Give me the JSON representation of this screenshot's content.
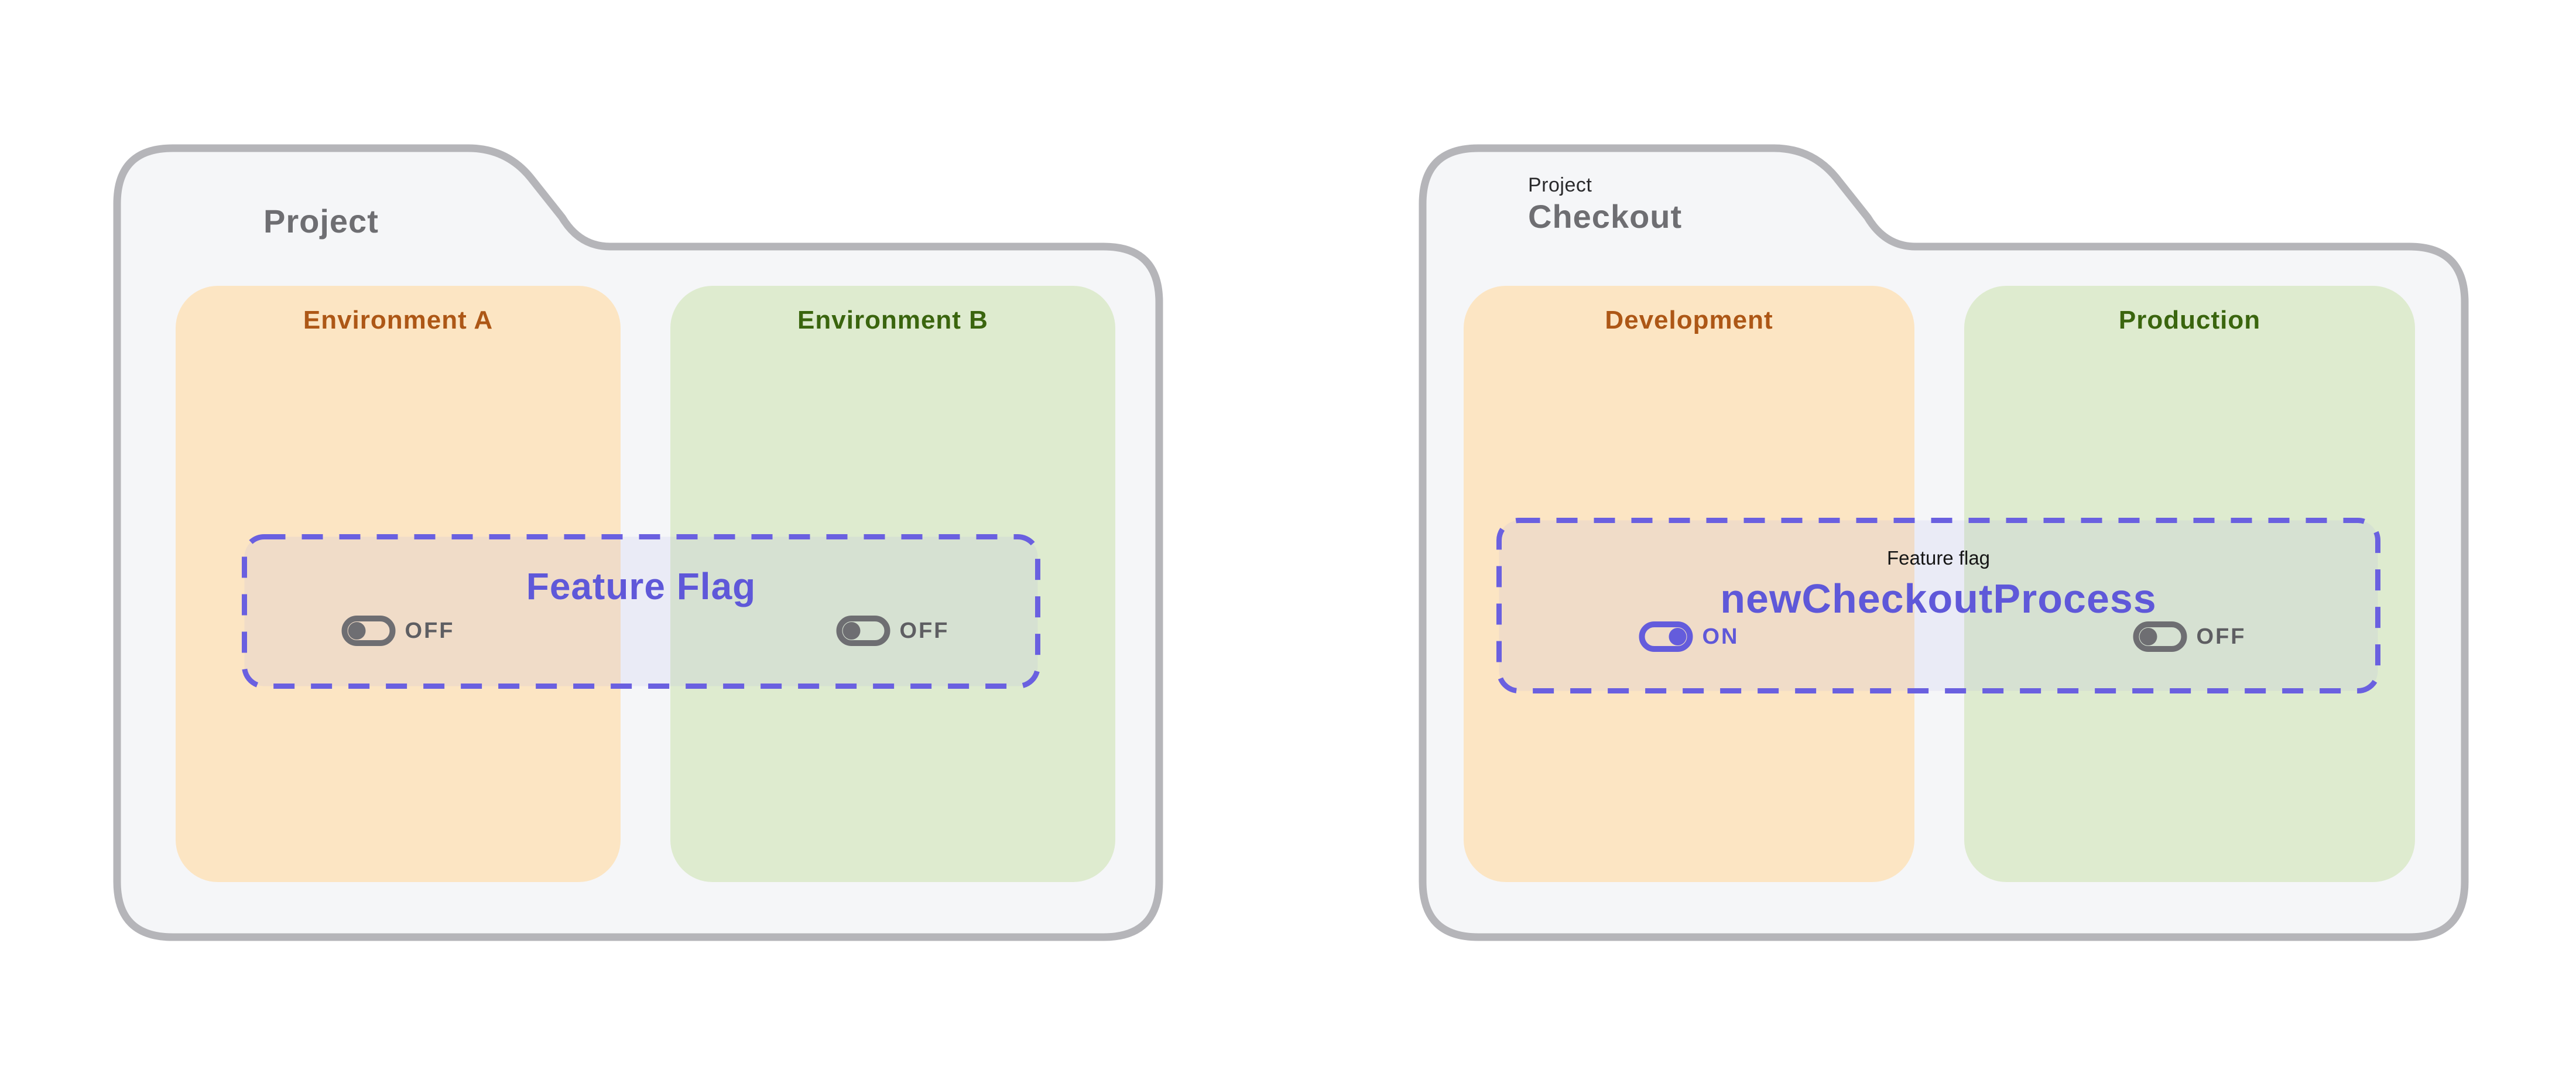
{
  "folders": {
    "left": {
      "tab_label": "Project",
      "flag": {
        "name": "Feature Flag"
      },
      "environments": [
        {
          "name": "Environment A",
          "toggle_state": "OFF"
        },
        {
          "name": "Environment B",
          "toggle_state": "OFF"
        }
      ]
    },
    "right": {
      "tab_kicker": "Project",
      "tab_label": "Checkout",
      "flag": {
        "kicker": "Feature flag",
        "name": "newCheckoutProcess"
      },
      "environments": [
        {
          "name": "Development",
          "toggle_state": "ON"
        },
        {
          "name": "Production",
          "toggle_state": "OFF"
        }
      ]
    }
  },
  "colors": {
    "accent_purple": "#5F58D9",
    "dash_purple": "#6A60E0",
    "flagbox_fill": "rgba(160,154,237,0.12)",
    "env_a_bg": "#FCE5C3",
    "env_b_bg": "#DEEBCF",
    "env_a_text": "#AD5716",
    "env_b_text": "#3A650E",
    "folder_bg": "#F5F6F8",
    "folder_border": "#B5B5B9",
    "title_gray": "#6E6E72",
    "toggle_off_gray": "#6E6E72"
  }
}
